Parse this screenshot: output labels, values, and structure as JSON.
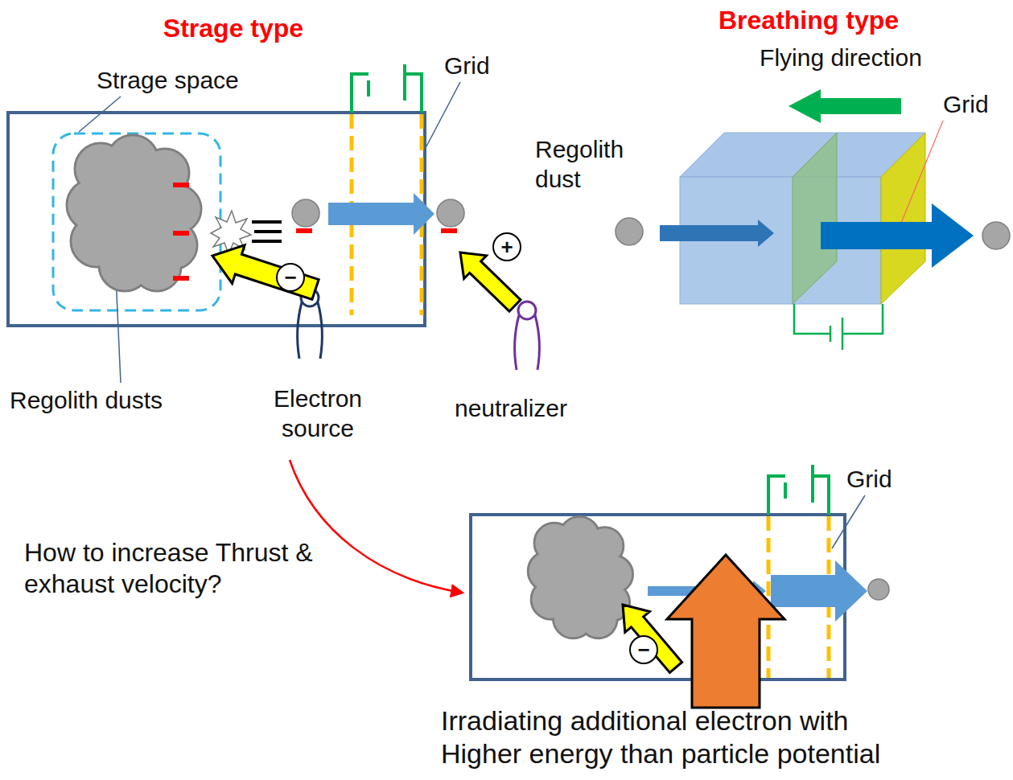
{
  "diagram": {
    "labels": [
      "Strage type",
      "Breathing type",
      "Flying direction",
      "Strage space",
      "Grid",
      "Grid",
      "Regolith dust",
      "−",
      "+",
      "Regolith dusts",
      "Electron source",
      "neutralizer",
      "How to increase Thrust & exhaust velocity?",
      "Grid",
      "−",
      "Irradiating additional electron with Higher energy than particle potential"
    ]
  }
}
